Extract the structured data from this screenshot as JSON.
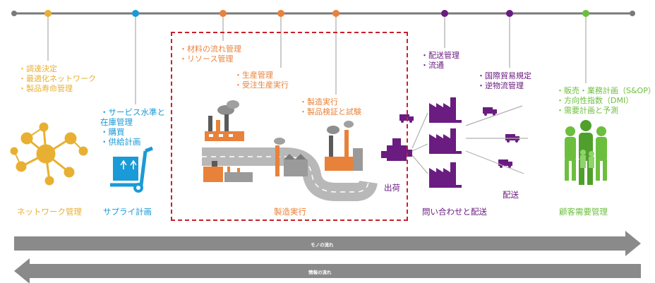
{
  "timeline": {
    "dot_colors": [
      "#e8b032",
      "#1a9ad6",
      "#e8823a",
      "#e8823a",
      "#e8823a",
      "#6a1c80",
      "#6a1c80",
      "#6cbf3e"
    ]
  },
  "network": {
    "items": [
      "・調達決定",
      "・最適化ネットワーク",
      "・製品寿命管理"
    ],
    "caption": "ネットワーク管理"
  },
  "supply": {
    "items": [
      "・サービス水準と",
      "在庫管理",
      "・購買",
      "・供給計画"
    ],
    "caption": "サプライ計画"
  },
  "manufacturing": {
    "group1": [
      "・材料の流れ管理",
      "・リソース管理"
    ],
    "group2": [
      "・生産管理",
      "・受注生産実行"
    ],
    "group3": [
      "・製造実行",
      "・製品検証と試験"
    ],
    "caption": "製造実行"
  },
  "delivery": {
    "group1": [
      "・配送管理",
      "・流通"
    ],
    "group2": [
      "・国際貿易規定",
      "・逆物流管理"
    ],
    "shipping_label": "出荷",
    "delivery_label": "配送",
    "caption": "問い合わせと配送"
  },
  "demand": {
    "items": [
      "・販売・業務計画（S&OP）",
      "・方向性指数（DMI）",
      "・需要計画と予測"
    ],
    "caption": "顧客需要管理"
  },
  "arrows": {
    "goods_flow": "モノの流れ",
    "info_flow": "情報の流れ"
  },
  "colors": {
    "orange": "#e8823a",
    "yellow": "#e8b032",
    "blue": "#1a9ad6",
    "purple": "#6a1c80",
    "green": "#6cbf3e",
    "red_dash": "#c8202a",
    "arrow_gray": "#8a8a8a"
  }
}
